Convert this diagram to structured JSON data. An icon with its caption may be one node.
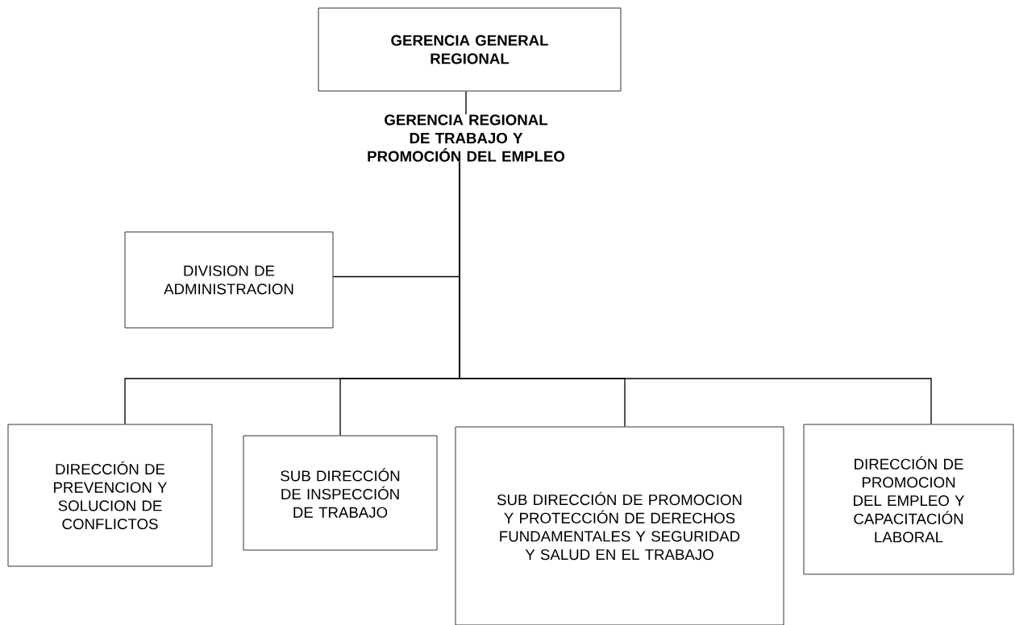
{
  "diagram": {
    "nodes": [
      {
        "text": [
          "GERENCIA GENERAL  REGIONAL"
        ]
      },
      {
        "text": [
          "GERENCIA REGIONAL DE TRABAJO Y PROMOCIÓN DEL EMPLEO"
        ]
      },
      {
        "text": [
          "DIVISION DE ADMINISTRACION"
        ]
      },
      {
        "text": [
          "DIRECCIÓN DE PREVENCION Y SOLUCION DE CONFLICTOS"
        ]
      },
      {
        "text": [
          "SUB DIRECCIÓN DE INSPECCIÓN DE TRABAJO"
        ]
      },
      {
        "text": [
          "SUB DIRECCIÓN DE PROMOCION Y PROTECCIÓN DE DERECHOS FUNDAMENTALES Y SEGURIDAD Y SALUD EN EL TRABAJO"
        ]
      },
      {
        "text": [
          "DIRECCIÓN DE PROMOCION DEL EMPLEO Y CAPACITACIÓN LABORAL"
        ]
      }
    ],
    "edges": [
      {
        "from": 0,
        "to": 1,
        "arrow": "none"
      },
      {
        "from": 1,
        "to": 2,
        "arrow": "none"
      },
      {
        "from": 1,
        "to": 3,
        "arrow": "none"
      },
      {
        "from": 1,
        "to": 4,
        "arrow": "none"
      },
      {
        "from": 1,
        "to": 5,
        "arrow": "none"
      },
      {
        "from": 1,
        "to": 6,
        "arrow": "none"
      }
    ]
  }
}
